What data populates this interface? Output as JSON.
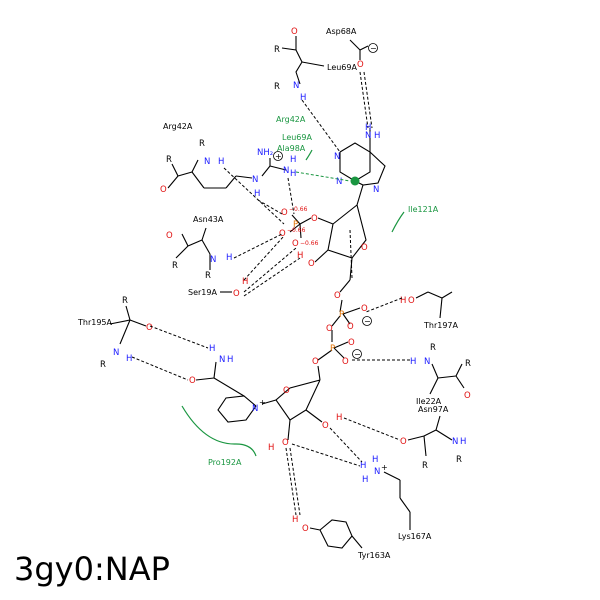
{
  "title": "3gy0:NAP",
  "residues_black": [
    {
      "id": "asp68",
      "text": "Asp68A"
    },
    {
      "id": "leu69",
      "text": "Leu69A"
    },
    {
      "id": "arg42",
      "text": "Arg42A"
    },
    {
      "id": "asn43",
      "text": "Asn43A"
    },
    {
      "id": "ser19",
      "text": "Ser19A"
    },
    {
      "id": "thr195",
      "text": "Thr195A"
    },
    {
      "id": "thr197",
      "text": "Thr197A"
    },
    {
      "id": "ile22",
      "text": "Ile22A"
    },
    {
      "id": "asn97",
      "text": "Asn97A"
    },
    {
      "id": "lys167",
      "text": "Lys167A"
    },
    {
      "id": "tyr163",
      "text": "Tyr163A"
    }
  ],
  "residues_hydrophobic": [
    {
      "id": "arg42h",
      "text": "Arg42A"
    },
    {
      "id": "leu69h",
      "text": "Leu69A"
    },
    {
      "id": "ala98h",
      "text": "Ala98A"
    },
    {
      "id": "ile121h",
      "text": "Ile121A"
    },
    {
      "id": "pro192h",
      "text": "Pro192A"
    }
  ],
  "charges": {
    "neg": "−0.66",
    "pos": "+",
    "minus": "−"
  },
  "colors": {
    "nitrogen": "#1a1aff",
    "oxygen": "#e01010",
    "phosphorus": "#e07000",
    "hydrophobic": "#1a9641"
  }
}
